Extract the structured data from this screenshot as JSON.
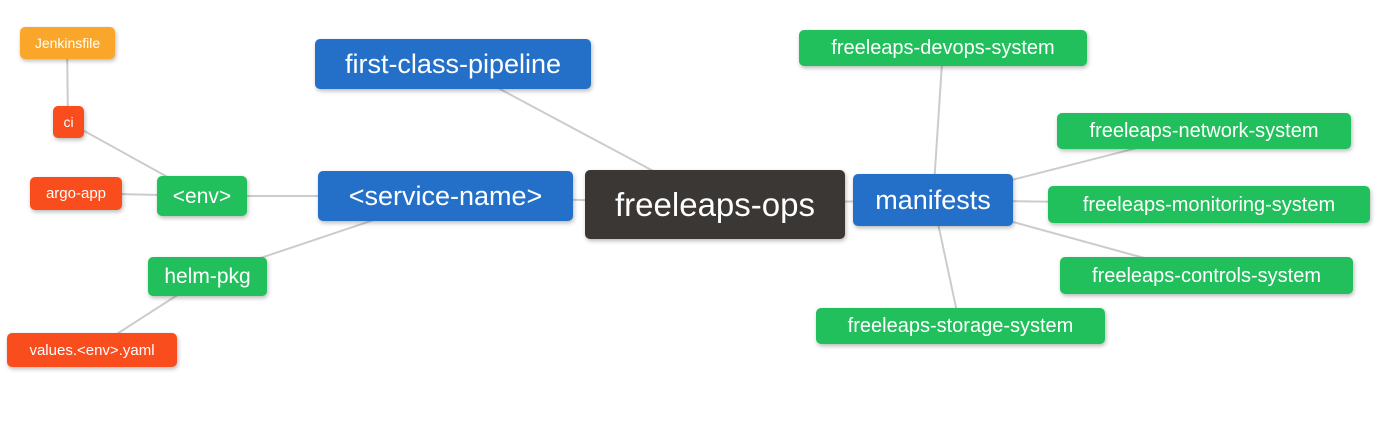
{
  "diagram": {
    "type": "mindmap",
    "root_label": "freeleaps-ops"
  },
  "colors": {
    "blue": "#2470c8",
    "green": "#21c05c",
    "red": "#f94d1e",
    "orange": "#f9a62b",
    "dark": "#3b3735",
    "edge": "#cccccc"
  },
  "nodes": {
    "jenkinsfile": {
      "label": "Jenkinsfile",
      "color": "orange"
    },
    "ci": {
      "label": "ci",
      "color": "red"
    },
    "argo_app": {
      "label": "argo-app",
      "color": "red"
    },
    "env": {
      "label": "<env>",
      "color": "green"
    },
    "helm_pkg": {
      "label": "helm-pkg",
      "color": "green"
    },
    "values_env_yaml": {
      "label": "values.<env>.yaml",
      "color": "red"
    },
    "first_class_pipeline": {
      "label": "first-class-pipeline",
      "color": "blue"
    },
    "service_name": {
      "label": "<service-name>",
      "color": "blue"
    },
    "freeleaps_ops": {
      "label": "freeleaps-ops",
      "color": "dark"
    },
    "manifests": {
      "label": "manifests",
      "color": "blue"
    },
    "devops_system": {
      "label": "freeleaps-devops-system",
      "color": "green"
    },
    "network_system": {
      "label": "freeleaps-network-system",
      "color": "green"
    },
    "monitoring_system": {
      "label": "freeleaps-monitoring-system",
      "color": "green"
    },
    "controls_system": {
      "label": "freeleaps-controls-system",
      "color": "green"
    },
    "storage_system": {
      "label": "freeleaps-storage-system",
      "color": "green"
    }
  },
  "edges": [
    {
      "from": "jenkinsfile",
      "to": "ci"
    },
    {
      "from": "ci",
      "to": "env"
    },
    {
      "from": "argo_app",
      "to": "env"
    },
    {
      "from": "env",
      "to": "service_name"
    },
    {
      "from": "helm_pkg",
      "to": "service_name"
    },
    {
      "from": "values_env_yaml",
      "to": "helm_pkg"
    },
    {
      "from": "first_class_pipeline",
      "to": "freeleaps_ops"
    },
    {
      "from": "service_name",
      "to": "freeleaps_ops"
    },
    {
      "from": "freeleaps_ops",
      "to": "manifests"
    },
    {
      "from": "manifests",
      "to": "devops_system"
    },
    {
      "from": "manifests",
      "to": "network_system"
    },
    {
      "from": "manifests",
      "to": "monitoring_system"
    },
    {
      "from": "manifests",
      "to": "controls_system"
    },
    {
      "from": "manifests",
      "to": "storage_system"
    }
  ]
}
